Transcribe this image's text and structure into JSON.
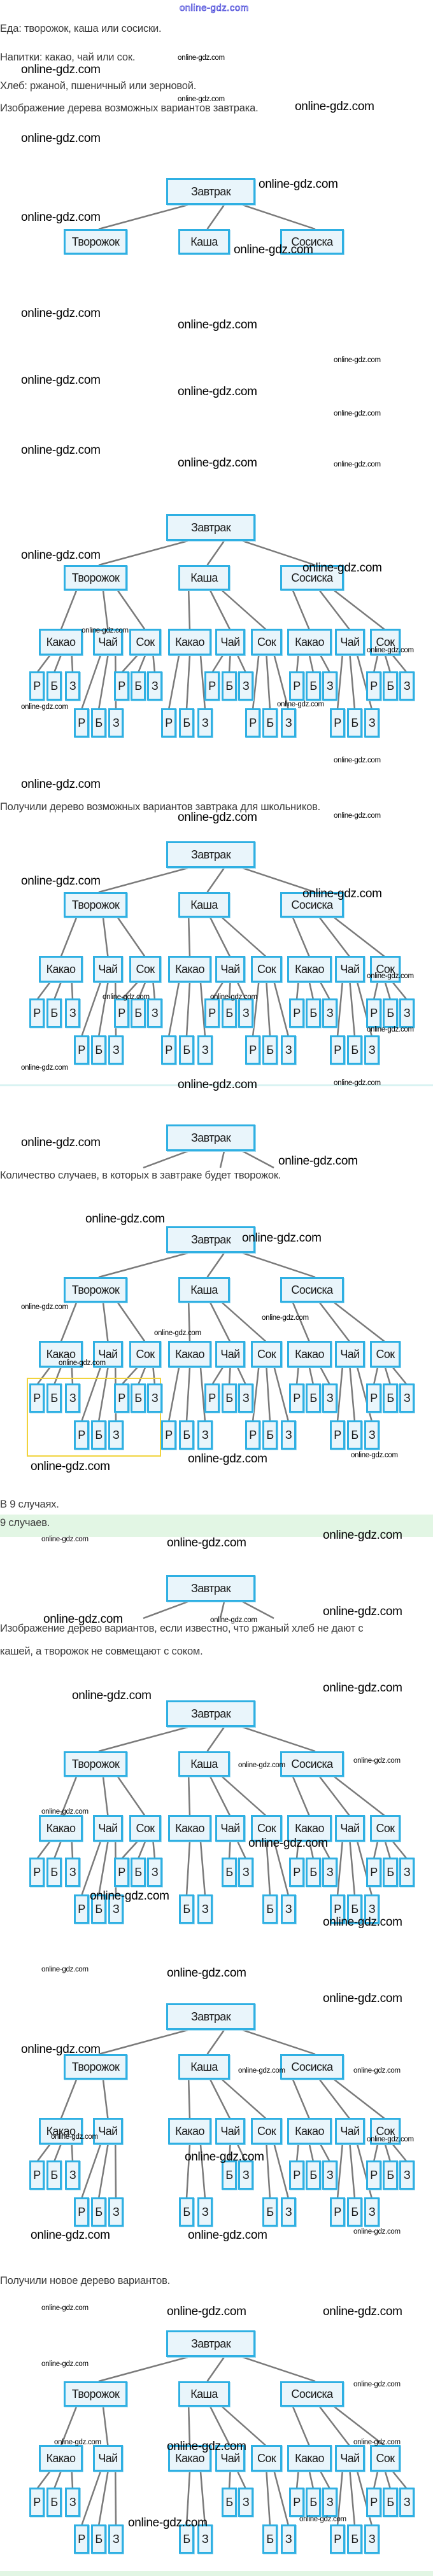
{
  "watermark": "online-gdz.com",
  "text": {
    "food": "Еда: творожок, каша или сосиски.",
    "drinks": "Напитки: какао, чай или сок.",
    "bread": "Хлеб: ржаной, пшеничный или зерновой.",
    "tree_intro": "Изображение дерева возможных вариантов завтрака.",
    "tree_result": "Получили дерево возможных вариантов завтрака для школьников.",
    "question_count": "Количество случаев, в которых в завтраке будет творожок.",
    "answer_count": "В 9 случаях.",
    "answer_box": "9 случаев.",
    "constraint_line1": "Изображение дерево вариантов, если известно, что ржаный хлеб не дают с",
    "constraint_line2": "кашей, а творожок не совмещают с соком.",
    "new_tree": "Получили новое дерево вариантов."
  },
  "colors": {
    "node_border": "#2fb0e3",
    "node_fill": "#e9f5fb",
    "edge": "#7a7a7a",
    "highlight": "#f1d33c",
    "answer_band": "#e2f6e4"
  },
  "trees": [
    {
      "root": "Завтрак",
      "children": [
        {
          "label": "Творожок"
        },
        {
          "label": "Каша"
        },
        {
          "label": "Сосиска"
        }
      ]
    },
    {
      "root": "Завтрак",
      "children": [
        {
          "label": "Творожок",
          "children": [
            {
              "label": "Какао",
              "leaves": [
                "Р",
                "Б",
                "З"
              ]
            },
            {
              "label": "Чай",
              "leaves": [
                "Р",
                "Б",
                "З"
              ]
            },
            {
              "label": "Сок",
              "leaves": [
                "Р",
                "Б",
                "З"
              ]
            }
          ]
        },
        {
          "label": "Каша",
          "children": [
            {
              "label": "Какао",
              "leaves": [
                "Р",
                "Б",
                "З"
              ]
            },
            {
              "label": "Чай",
              "leaves": [
                "Р",
                "Б",
                "З"
              ]
            },
            {
              "label": "Сок",
              "leaves": [
                "Р",
                "Б",
                "З"
              ]
            }
          ]
        },
        {
          "label": "Сосиска",
          "children": [
            {
              "label": "Какао",
              "leaves": [
                "Р",
                "Б",
                "З"
              ]
            },
            {
              "label": "Чай",
              "leaves": [
                "Р",
                "Б",
                "З"
              ]
            },
            {
              "label": "Сок",
              "leaves": [
                "Р",
                "Б",
                "З"
              ]
            }
          ]
        }
      ]
    },
    {
      "root": "Завтрак",
      "children": [
        {
          "label": "Творожок",
          "children": [
            {
              "label": "Какао",
              "leaves": [
                "Р",
                "Б",
                "З"
              ]
            },
            {
              "label": "Чай",
              "leaves": [
                "Р",
                "Б",
                "З"
              ]
            },
            {
              "label": "Сок",
              "leaves": [
                "Р",
                "Б",
                "З"
              ]
            }
          ]
        },
        {
          "label": "Каша",
          "children": [
            {
              "label": "Какао",
              "leaves": [
                "Р",
                "Б",
                "З"
              ]
            },
            {
              "label": "Чай",
              "leaves": [
                "Р",
                "Б",
                "З"
              ]
            },
            {
              "label": "Сок",
              "leaves": [
                "Р",
                "Б",
                "З"
              ]
            }
          ]
        },
        {
          "label": "Сосиска",
          "children": [
            {
              "label": "Какао",
              "leaves": [
                "Р",
                "Б",
                "З"
              ]
            },
            {
              "label": "Чай",
              "leaves": [
                "Р",
                "Б",
                "З"
              ]
            },
            {
              "label": "Сок",
              "leaves": [
                "Р",
                "Б",
                "З"
              ]
            }
          ]
        }
      ]
    },
    {
      "root": "Завтрак"
    },
    {
      "root": "Завтрак",
      "children": [
        {
          "label": "Творожок",
          "children": [
            {
              "label": "Какао",
              "leaves": [
                "Р",
                "Б",
                "З"
              ]
            },
            {
              "label": "Чай",
              "leaves": [
                "Р",
                "Б",
                "З"
              ]
            },
            {
              "label": "Сок",
              "leaves": [
                "Р",
                "Б",
                "З"
              ]
            }
          ]
        },
        {
          "label": "Каша",
          "children": [
            {
              "label": "Какао",
              "leaves": [
                "Р",
                "Б",
                "З"
              ]
            },
            {
              "label": "Чай",
              "leaves": [
                "Р",
                "Б",
                "З"
              ]
            },
            {
              "label": "Сок",
              "leaves": [
                "Р",
                "Б",
                "З"
              ]
            }
          ]
        },
        {
          "label": "Сосиска",
          "children": [
            {
              "label": "Какао",
              "leaves": [
                "Р",
                "Б",
                "З"
              ]
            },
            {
              "label": "Чай",
              "leaves": [
                "Р",
                "Б",
                "З"
              ]
            },
            {
              "label": "Сок",
              "leaves": [
                "Р",
                "Б",
                "З"
              ]
            }
          ]
        }
      ]
    },
    {
      "root": "Завтрак"
    },
    {
      "root": "Завтрак",
      "children": [
        {
          "label": "Творожок",
          "children": [
            {
              "label": "Какао",
              "leaves": [
                "Р",
                "Б",
                "З"
              ]
            },
            {
              "label": "Чай",
              "leaves": [
                "Р",
                "Б",
                "З"
              ]
            },
            {
              "label": "Сок",
              "leaves": [
                "Р",
                "Б",
                "З"
              ]
            }
          ]
        },
        {
          "label": "Каша",
          "children": [
            {
              "label": "Какао",
              "leaves": [
                "Б",
                "З"
              ]
            },
            {
              "label": "Чай",
              "leaves": [
                "Б",
                "З"
              ]
            },
            {
              "label": "Сок",
              "leaves": [
                "Б",
                "З"
              ]
            }
          ]
        },
        {
          "label": "Сосиска",
          "children": [
            {
              "label": "Какао",
              "leaves": [
                "Р",
                "Б",
                "З"
              ]
            },
            {
              "label": "Чай",
              "leaves": [
                "Р",
                "Б",
                "З"
              ]
            },
            {
              "label": "Сок",
              "leaves": [
                "Р",
                "Б",
                "З"
              ]
            }
          ]
        }
      ]
    },
    {
      "root": "Завтрак",
      "children": [
        {
          "label": "Творожок",
          "children": [
            {
              "label": "Какао",
              "leaves": [
                "Р",
                "Б",
                "З"
              ]
            },
            {
              "label": "Чай",
              "leaves": [
                "Р",
                "Б",
                "З"
              ]
            }
          ]
        },
        {
          "label": "Каша",
          "children": [
            {
              "label": "Какао",
              "leaves": [
                "Б",
                "З"
              ]
            },
            {
              "label": "Чай",
              "leaves": [
                "Б",
                "З"
              ]
            },
            {
              "label": "Сок",
              "leaves": [
                "Б",
                "З"
              ]
            }
          ]
        },
        {
          "label": "Сосиска",
          "children": [
            {
              "label": "Какао",
              "leaves": [
                "Р",
                "Б",
                "З"
              ]
            },
            {
              "label": "Чай",
              "leaves": [
                "Р",
                "Б",
                "З"
              ]
            },
            {
              "label": "Сок",
              "leaves": [
                "Р",
                "Б",
                "З"
              ]
            }
          ]
        }
      ]
    },
    {
      "root": "Завтрак",
      "children": [
        {
          "label": "Творожок",
          "children": [
            {
              "label": "Какао",
              "leaves": [
                "Р",
                "Б",
                "З"
              ]
            },
            {
              "label": "Чай",
              "leaves": [
                "Р",
                "Б",
                "З"
              ]
            }
          ]
        },
        {
          "label": "Каша",
          "children": [
            {
              "label": "Какао",
              "leaves": [
                "Б",
                "З"
              ]
            },
            {
              "label": "Чай",
              "leaves": [
                "Б",
                "З"
              ]
            },
            {
              "label": "Сок",
              "leaves": [
                "Б",
                "З"
              ]
            }
          ]
        },
        {
          "label": "Сосиска",
          "children": [
            {
              "label": "Какао",
              "leaves": [
                "Р",
                "Б",
                "З"
              ]
            },
            {
              "label": "Чай",
              "leaves": [
                "Р",
                "Б",
                "З"
              ]
            },
            {
              "label": "Сок",
              "leaves": [
                "Р",
                "Б",
                "З"
              ]
            }
          ]
        }
      ]
    }
  ]
}
